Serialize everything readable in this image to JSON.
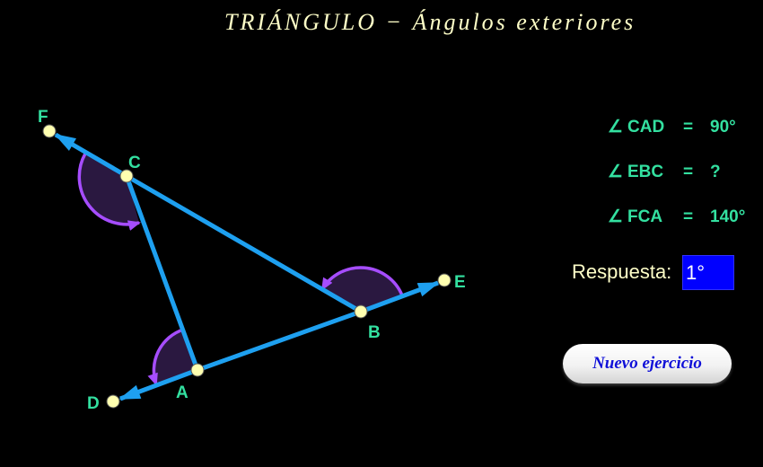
{
  "title": "TRIÁNGULO − Ángulos exteriores",
  "points": {
    "F": "F",
    "C": "C",
    "E": "E",
    "B": "B",
    "A": "A",
    "D": "D"
  },
  "angles": [
    {
      "symbol": "∠",
      "name": "CAD",
      "equals": "=",
      "value": "90°"
    },
    {
      "symbol": "∠",
      "name": "EBC",
      "equals": "=",
      "value": "?"
    },
    {
      "symbol": "∠",
      "name": "FCA",
      "equals": "=",
      "value": "140°"
    }
  ],
  "answer": {
    "label": "Respuesta:",
    "value": "1°"
  },
  "new_exercise_button": "Nuevo ejercicio",
  "colors": {
    "background": "#000000",
    "segment": "#1ea0f0",
    "point_fill": "#ffffb0",
    "label": "#33e0a0",
    "angle_fill": "#2a1840",
    "angle_arc": "#a64dff",
    "title": "#ffffc8",
    "input_bg": "#0000ff",
    "button_text": "#1010d8"
  }
}
